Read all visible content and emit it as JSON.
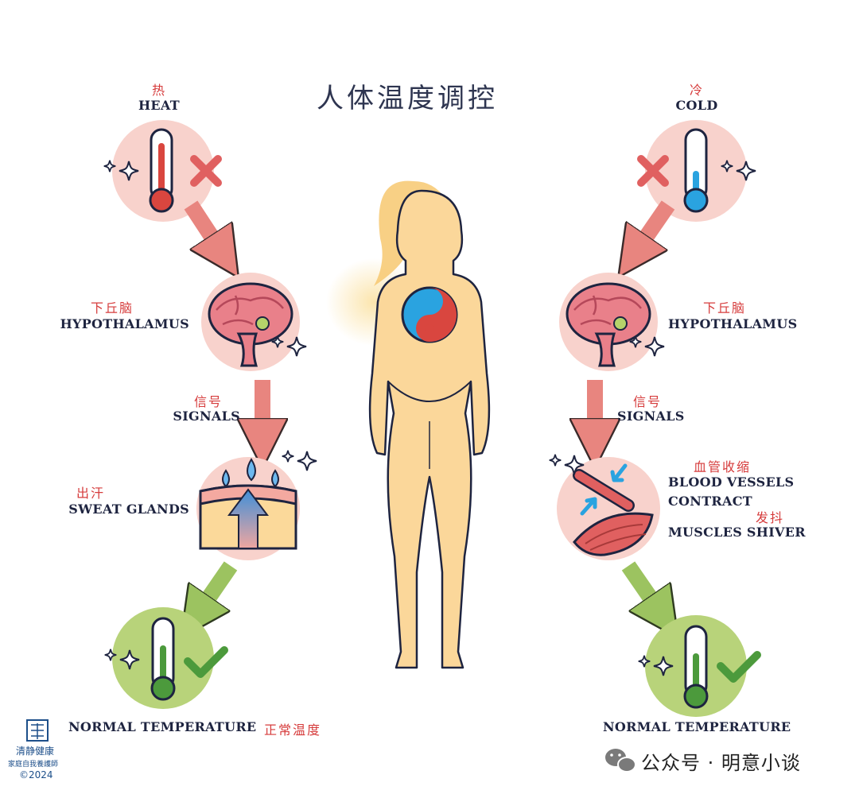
{
  "title": "人体温度调控",
  "left": {
    "heat_zh": "热",
    "heat_en": "HEAT",
    "hypo_zh": "下丘脑",
    "hypo_en": "HYPOTHALAMUS",
    "signals_zh": "信号",
    "signals_en": "SIGNALS",
    "sweat_zh": "出汗",
    "sweat_en": "SWEAT GLANDS",
    "normal_en": "NORMAL TEMPERATURE",
    "normal_zh": "正常温度"
  },
  "right": {
    "cold_zh": "冷",
    "cold_en": "COLD",
    "hypo_zh": "下丘脑",
    "hypo_en": "HYPOTHALAMUS",
    "signals_zh": "信号",
    "signals_en": "SIGNALS",
    "vessels_zh": "血管收缩",
    "vessels_en_1": "BLOOD VESSELS",
    "vessels_en_2": "CONTRACT",
    "shiver_zh": "发抖",
    "shiver_en": "MUSCLES SHIVER",
    "normal_en": "NORMAL TEMPERATURE"
  },
  "watermark": {
    "name": "清静健康",
    "sub": "家庭自我養護師",
    "year": "©2024"
  },
  "footer": {
    "text": "公众号 · 明意小谈"
  },
  "colors": {
    "heat_red": "#d9463f",
    "cold_blue": "#2aa3e0",
    "normal_green": "#4c9a3c",
    "arrow_red": "#e8857f",
    "arrow_green": "#9cc360",
    "circle_pink": "#f8d2cc",
    "circle_green": "#b8d37a",
    "body_skin": "#fbd79a",
    "text_dark": "#1e2440",
    "text_red": "#d63c3c"
  },
  "icons": [
    "thermometer-icon",
    "brain-icon",
    "sweat-gland-icon",
    "blood-vessel-icon",
    "muscle-icon",
    "check-icon",
    "cross-icon",
    "sparkle-icon",
    "yin-yang-icon",
    "wechat-icon"
  ]
}
